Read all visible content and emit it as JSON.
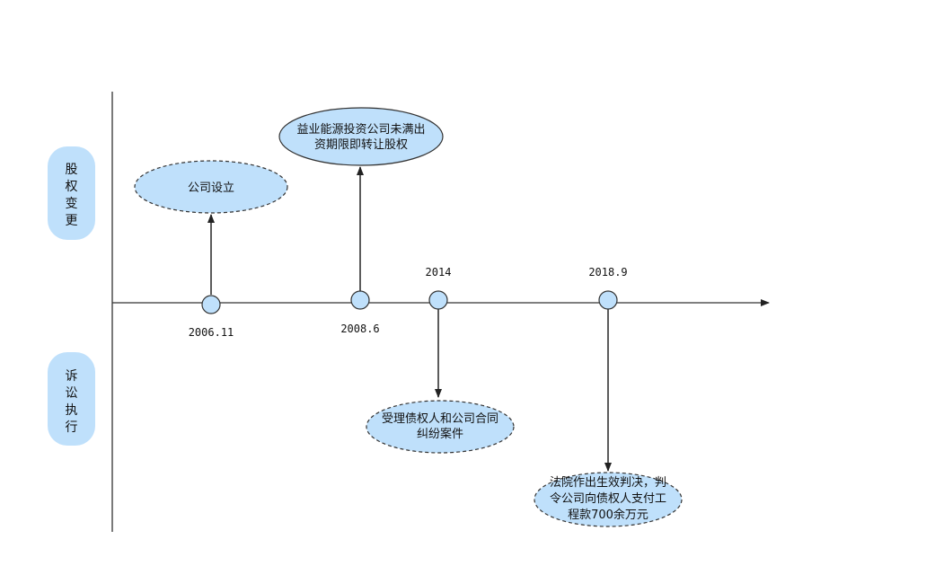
{
  "categories": {
    "equity": [
      "股",
      "权",
      "变",
      "更"
    ],
    "litigation": [
      "诉",
      "讼",
      "执",
      "行"
    ]
  },
  "dates": {
    "d2006": "2006.11",
    "d2008": "2008.6",
    "d2014": "2014",
    "d2018": "2018.9"
  },
  "events": {
    "founded": [
      "公司设立"
    ],
    "transfer": [
      "益业能源投资公司未满出",
      "资期限即转让股权"
    ],
    "case": [
      "受理债权人和公司合同",
      "纠纷案件"
    ],
    "judgment": [
      "法院作出生效判决，判",
      "令公司向债权人支付工",
      "程款700余万元"
    ]
  },
  "colors": {
    "node_fill": "#bfe0fb",
    "stroke": "#333333"
  }
}
